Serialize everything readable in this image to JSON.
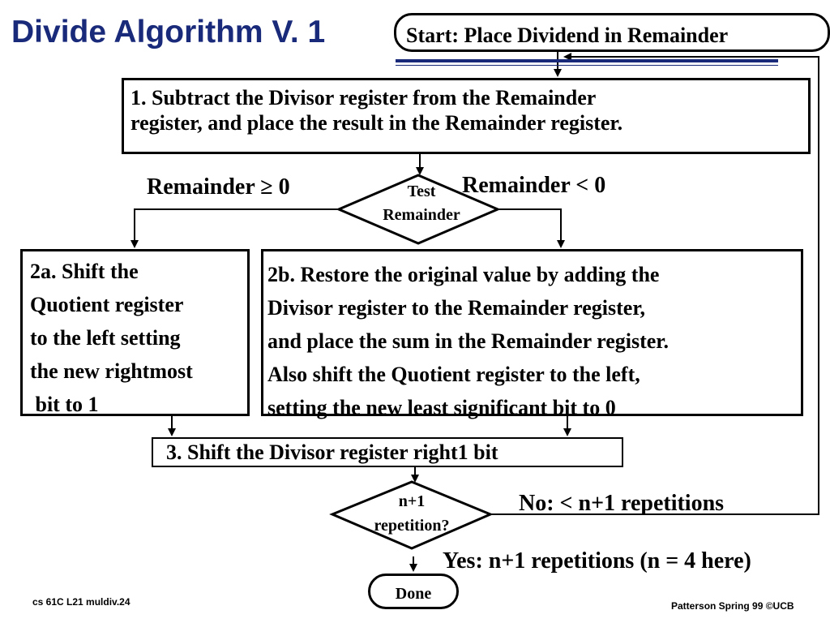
{
  "title": "Divide Algorithm V. 1",
  "start": "Start: Place Dividend in Remainder",
  "step1": {
    "line1": "1. Subtract the Divisor register from the Remainder",
    "line2": "register, and place the result in the Remainder register."
  },
  "test": {
    "line1": "Test",
    "line2": "Remainder"
  },
  "labels": {
    "ge": "Remainder ≥ 0",
    "lt": "Remainder < 0",
    "no": "No: < n+1 repetitions",
    "yes": "Yes: n+1 repetitions (n = 4 here)"
  },
  "step2a": [
    "2a. Shift the",
    "Quotient register",
    "to the left setting",
    "the new rightmost",
    " bit to 1"
  ],
  "step2b": [
    "2b. Restore the original value by adding the",
    "Divisor register to the Remainder register,",
    "and place the sum in the Remainder register.",
    "Also shift the Quotient register to the left,",
    "setting the new least significant bit to 0"
  ],
  "step3": "3. Shift the Divisor register right1 bit",
  "repeat": {
    "line1": "n+1",
    "line2": "repetition?"
  },
  "done": "Done",
  "footer": {
    "left": "cs 61C  L21  muldiv.24",
    "right": "Patterson Spring 99  ©UCB"
  },
  "colors": {
    "title": "#1a2a7a",
    "ink": "#000000"
  }
}
